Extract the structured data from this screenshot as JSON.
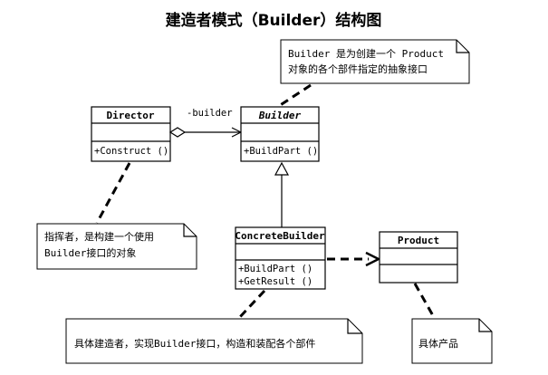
{
  "title": "建造者模式（Builder）结构图",
  "classes": {
    "director": {
      "name": "Director",
      "operations": [
        "+Construct ()"
      ]
    },
    "builder": {
      "name": "Builder",
      "operations": [
        "+BuildPart ()"
      ]
    },
    "concrete_builder": {
      "name": "ConcreteBuilder",
      "operations": [
        "+BuildPart ()",
        "+GetResult ()"
      ]
    },
    "product": {
      "name": "Product",
      "operations": []
    }
  },
  "association_label": "-builder",
  "notes": {
    "builder": [
      "Builder 是为创建一个 Product",
      "对象的各个部件指定的抽象接口"
    ],
    "director": [
      "指挥者，是构建一个使用",
      "Builder接口的对象"
    ],
    "concrete_builder": [
      "具体建造者，实现Builder接口，构造和装配各个部件"
    ],
    "product": [
      "具体产品"
    ]
  }
}
